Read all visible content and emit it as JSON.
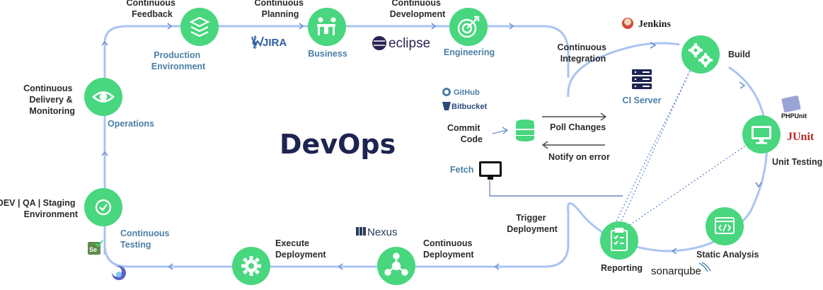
{
  "title": "DevOps",
  "stages": {
    "continuous_feedback": [
      "Continuous",
      "Feedback"
    ],
    "production_environment": [
      "Production",
      "Environment"
    ],
    "continuous_planning": [
      "Continuous",
      "Planning"
    ],
    "business": "Business",
    "continuous_development": [
      "Continuous",
      "Development"
    ],
    "engineering": "Engineering",
    "continuous_integration": [
      "Continuous",
      "Integration"
    ],
    "build": "Build",
    "ci_server": "CI Server",
    "unit_testing": "Unit Testing",
    "static_analysis": "Static Analysis",
    "reporting": "Reporting",
    "trigger_deployment": [
      "Trigger",
      "Deployment"
    ],
    "continuous_deployment": [
      "Continuous",
      "Deployment"
    ],
    "execute_deployment": [
      "Execute",
      "Deployment"
    ],
    "continuous_testing": [
      "Continuous",
      "Testing"
    ],
    "staging_environment": [
      "DEV | QA | Staging",
      "Environment"
    ],
    "operations": "Operations",
    "continuous_delivery_monitoring": [
      "Continuous",
      "Delivery &",
      "Monitoring"
    ],
    "commit_code": [
      "Commit",
      "Code"
    ],
    "fetch": "Fetch",
    "poll_changes": "Poll Changes",
    "notify_on_error": "Notify on error"
  },
  "tools": {
    "jira": "JIRA",
    "eclipse": "eclipse",
    "jenkins": "Jenkins",
    "github": "GitHub",
    "bitbucket": "Bitbucket",
    "phpunit": "PHPUnit",
    "junit": "JUnit",
    "sonarqube": "sonarqube",
    "nexus": "Nexus"
  },
  "colors": {
    "node": "#48d67e",
    "path": "#a9c4f2",
    "arrow": "#6f8fd0",
    "title": "#1d2451",
    "label_dark": "#2b2b2b",
    "label_blue": "#4a7fa6"
  }
}
